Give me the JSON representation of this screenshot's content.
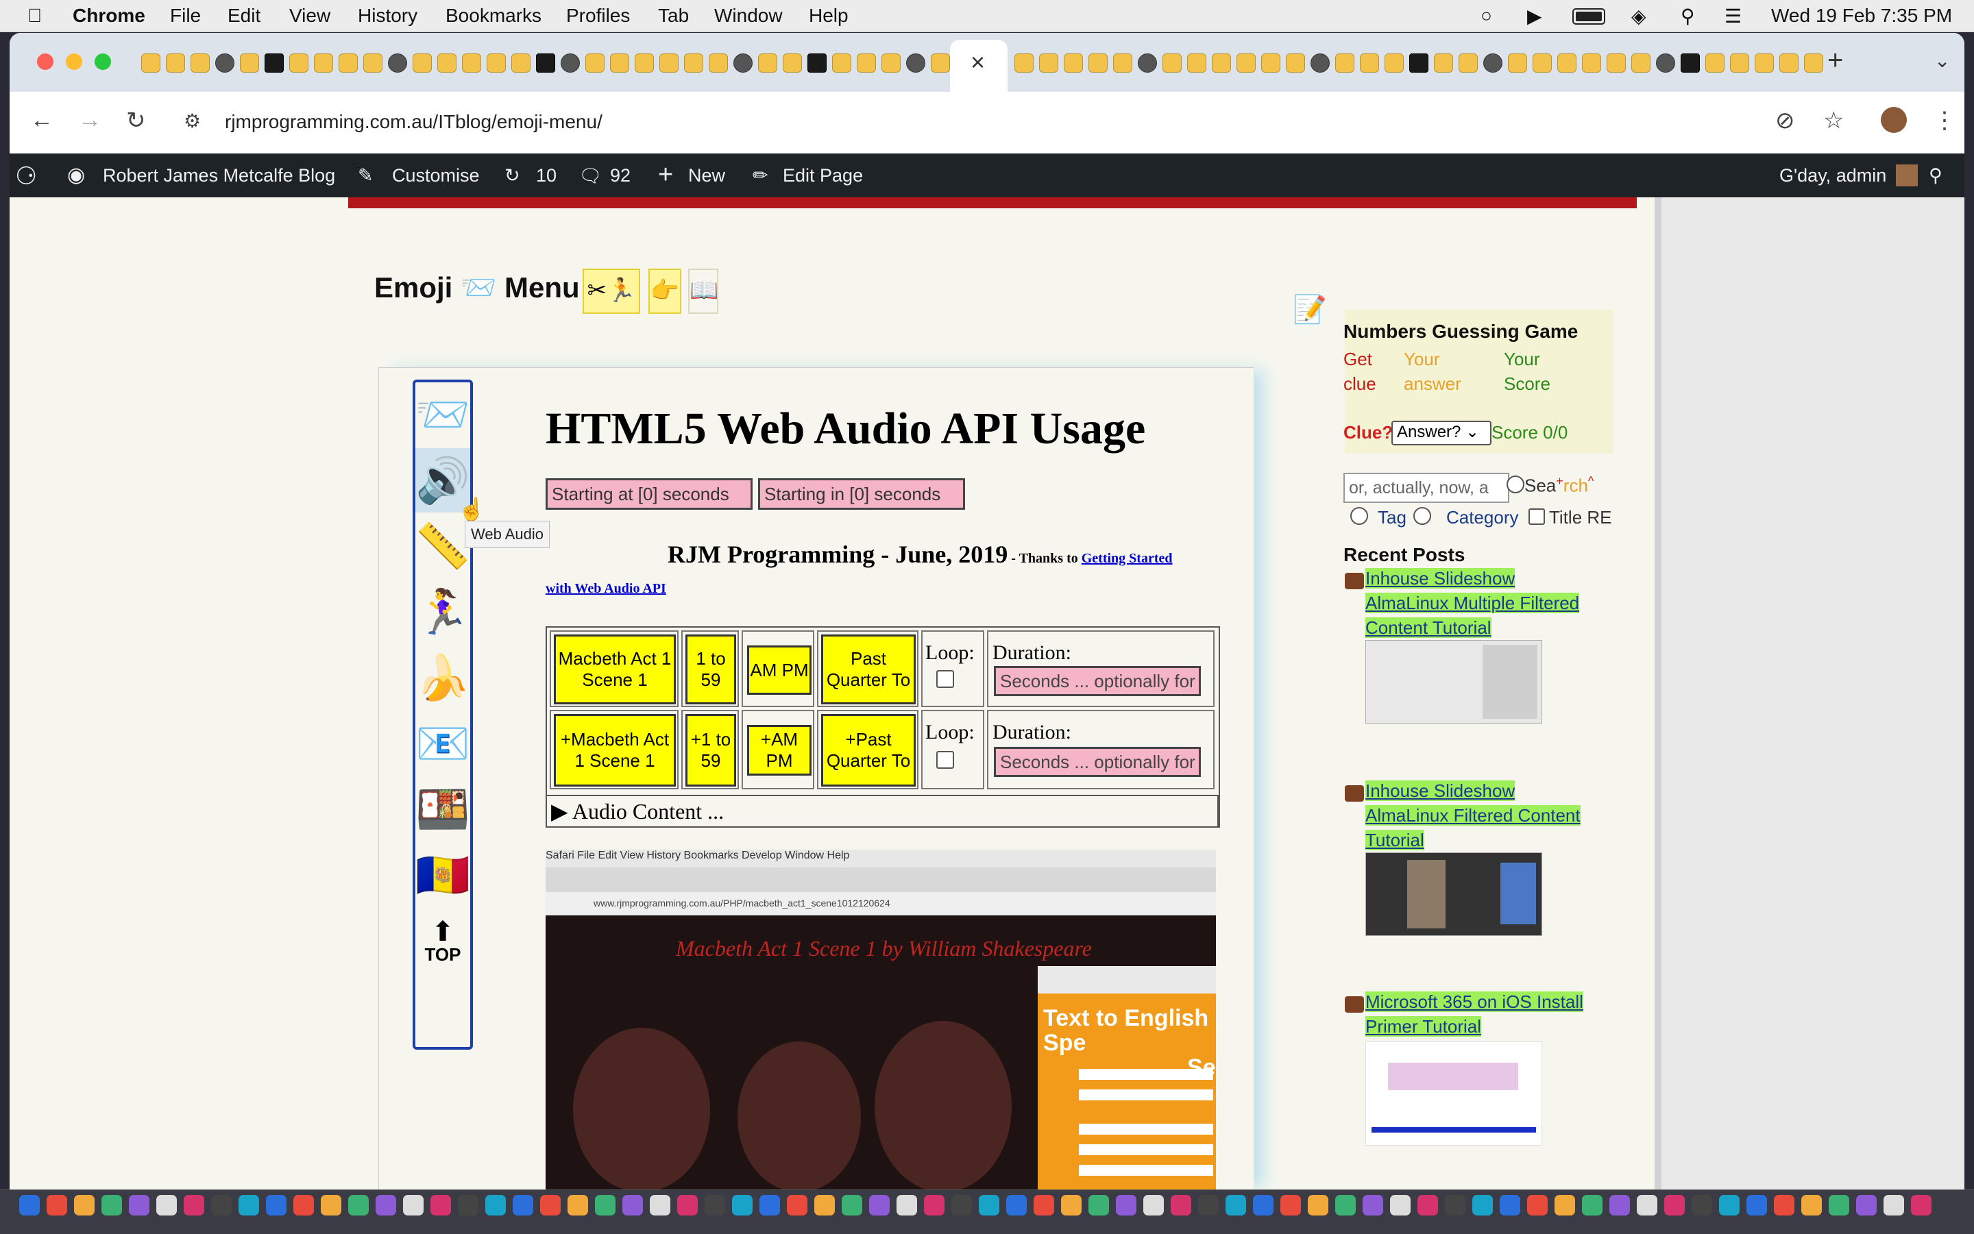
{
  "menubar": {
    "app": "Chrome",
    "items": [
      "File",
      "Edit",
      "View",
      "History",
      "Bookmarks",
      "Profiles",
      "Tab",
      "Window",
      "Help"
    ],
    "datetime": "Wed 19 Feb  7:35 PM"
  },
  "browser": {
    "url": "rjmprogramming.com.au/ITblog/emoji-menu/",
    "close_tab": "×",
    "new_tab": "+"
  },
  "wpbar": {
    "site": "Robert James Metcalfe Blog",
    "customise": "Customise",
    "updates": "10",
    "comments": "92",
    "new": "New",
    "edit": "Edit Page",
    "greeting": "G'day, admin"
  },
  "page": {
    "title_left": "Emoji",
    "title_right": "Menu",
    "header_buttons": [
      "✂🏃",
      "👉",
      "📖"
    ],
    "menu_emojis": [
      "📨",
      "🔊",
      "📏",
      "🏃‍♀️",
      "🍌",
      "📧",
      "🍱",
      "🇦🇩"
    ],
    "menu_top": "TOP",
    "tooltip": "Web Audio",
    "h1": "HTML5 Web Audio API Usage",
    "start_at": "Starting at [0] seconds",
    "start_in": "Starting in [0] seconds",
    "subtitle": "RJM Programming - June, 2019",
    "thanks": " - Thanks to ",
    "link1": "Getting Started",
    "link2": "with Web Audio API",
    "row1": [
      "Macbeth Act 1 Scene 1",
      "1 to 59",
      "AM PM",
      "Past Quarter To"
    ],
    "row2": [
      "+Macbeth Act 1 Scene 1",
      "+1 to 59",
      "+AM PM",
      "+Past Quarter To"
    ],
    "loop": "Loop:",
    "duration": "Duration:",
    "duration_ph": "Seconds ... optionally for",
    "details": "▶ Audio Content ...",
    "shot": {
      "menubar": "  Safari   File   Edit   View   History   Bookmarks   Develop   Window   Help",
      "url": "www.rjmprogramming.com.au/PHP/macbeth_act1_scene1012120624",
      "red_title": "Macbeth Act 1 Scene 1 by William Shakespeare",
      "panel_title": "Text to English Spe",
      "panel_title2": "Se"
    }
  },
  "sidebar": {
    "game_title": "Numbers Guessing Game",
    "get_clue": "Get clue",
    "your_answer": "Your answer",
    "your_score": "Your Score",
    "clue_label": "Clue?",
    "answer_select": "Answer?",
    "score": "Score 0/0",
    "search_ph": "or, actually, now, a",
    "search_radio": "Sea",
    "search_rch": "rch",
    "tag": "Tag",
    "category": "Category",
    "title_re": "Title RE",
    "recent_title": "Recent Posts",
    "posts": [
      "Inhouse Slideshow AlmaLinux Multiple Filtered Content Tutorial",
      "Inhouse Slideshow AlmaLinux Filtered Content Tutorial",
      "Microsoft 365 on iOS Install Primer Tutorial"
    ]
  },
  "colors": {
    "wp_bar": "#1d2327",
    "accent_yellow": "#ffff00",
    "pink_input": "#f6b5c6",
    "menu_border": "#1d3fa8"
  }
}
